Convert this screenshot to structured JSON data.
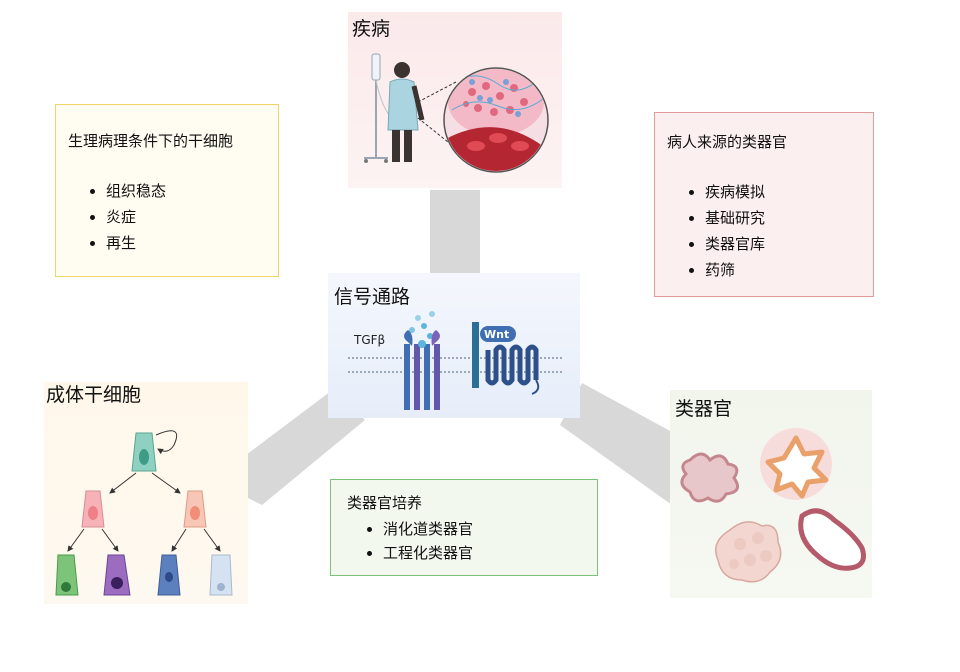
{
  "disease": {
    "title": "疾病"
  },
  "signaling": {
    "title": "信号通路",
    "tgf_label": "TGFβ",
    "wnt_label": "Wnt"
  },
  "adult_stem": {
    "title": "成体干细胞"
  },
  "organoid": {
    "title": "类器官"
  },
  "stem_box": {
    "title": "生理病理条件下的干细胞",
    "items": [
      "组织稳态",
      "炎症",
      "再生"
    ],
    "border_color": "#f0d36a"
  },
  "patient_box": {
    "title": "病人来源的类器官",
    "items": [
      "疾病模拟",
      "基础研究",
      "类器官库",
      "药筛"
    ],
    "border_color": "#e29a9a"
  },
  "culture_box": {
    "title": "类器官培养",
    "items": [
      "消化道类器官",
      "工程化类器官"
    ],
    "border_color": "#7cc27a"
  }
}
